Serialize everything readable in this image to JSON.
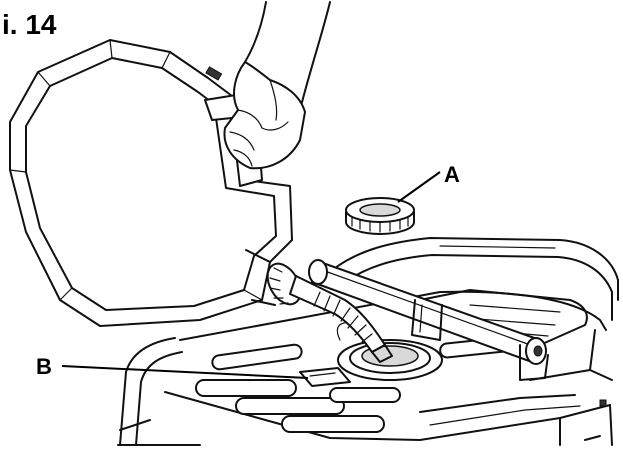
{
  "figure": {
    "number_label": "i. 14"
  },
  "callouts": {
    "a": "A",
    "b": "B"
  },
  "colors": {
    "ink": "#111111",
    "background": "#ffffff"
  }
}
